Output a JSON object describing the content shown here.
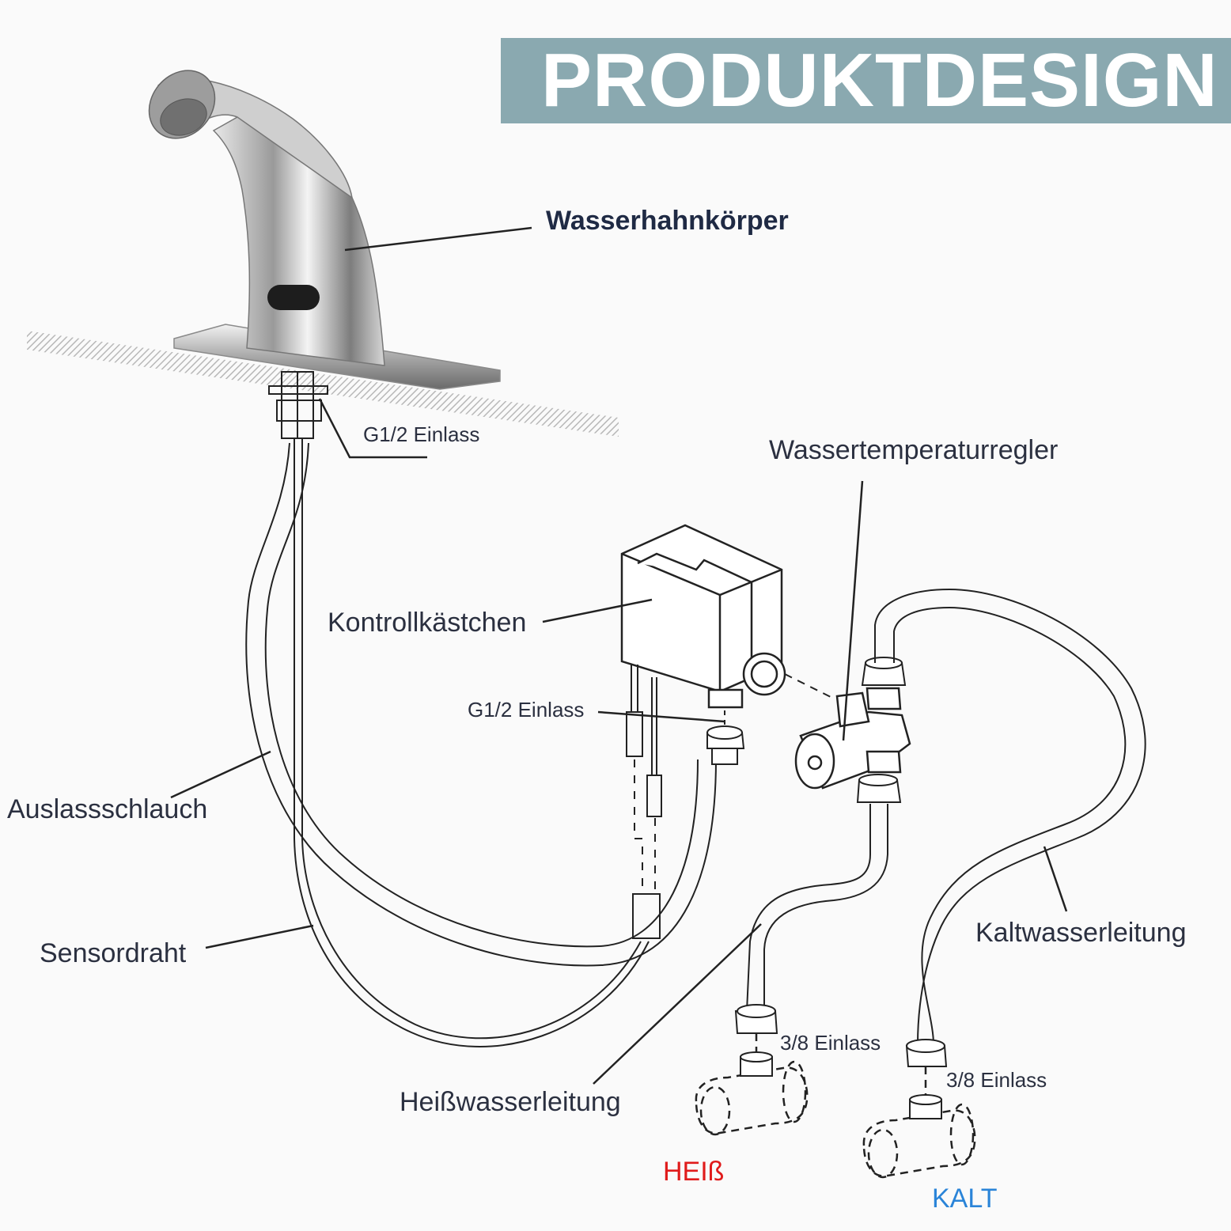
{
  "title": "PRODUKTDESIGN",
  "labels": {
    "faucet_body": "Wasserhahnkörper",
    "inlet_top": "G1/2 Einlass",
    "temp_regulator": "Wassertemperaturregler",
    "control_box": "Kontrollkästchen",
    "inlet_box": "G1/2 Einlass",
    "outlet_hose": "Auslassschlauch",
    "sensor_wire": "Sensordraht",
    "cold_line": "Kaltwasserleitung",
    "hot_line": "Heißwasserleitung",
    "inlet_hot": "3/8 Einlass",
    "inlet_cold": "3/8 Einlass",
    "hot": "HEIß",
    "cold": "KALT"
  },
  "colors": {
    "banner": "#8aa9b0",
    "hot": "#e01b1b",
    "cold": "#2a84d8",
    "label": "#2b3040"
  }
}
